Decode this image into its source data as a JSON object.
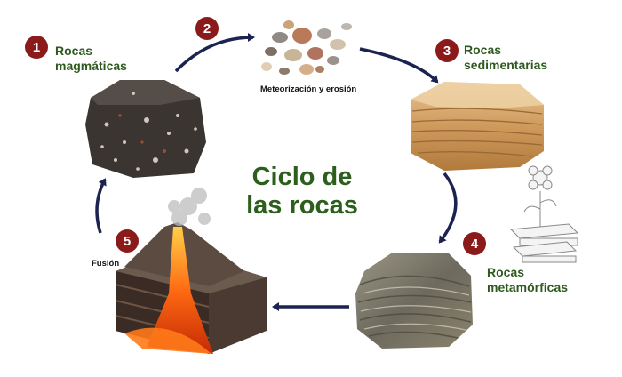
{
  "title": {
    "line1": "Ciclo de",
    "line2": "las rocas"
  },
  "steps": [
    {
      "number": "1",
      "label_line1": "Rocas",
      "label_line2": "magmáticas"
    },
    {
      "number": "2",
      "label": "Meteorización y erosión"
    },
    {
      "number": "3",
      "label_line1": "Rocas",
      "label_line2": "sedimentarias"
    },
    {
      "number": "4",
      "label_line1": "Rocas",
      "label_line2": "metamórficas"
    },
    {
      "number": "5",
      "label": "Fusión"
    }
  ],
  "colors": {
    "badge": "#8b1a1a",
    "label_green": "#2e5a1f",
    "arrow": "#1c2350"
  }
}
